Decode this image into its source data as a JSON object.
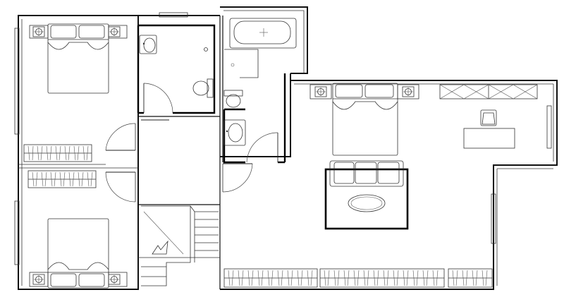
{
  "title": "",
  "colors": {
    "line": "#111111",
    "background": "#ffffff",
    "rug_border": "#000000"
  },
  "rooms": [
    {
      "id": "bedroom-1",
      "fixtures": [
        "double-bed",
        "nightstand-lamp-left",
        "nightstand-lamp-right",
        "wardrobe"
      ]
    },
    {
      "id": "bedroom-2",
      "fixtures": [
        "double-bed",
        "nightstand-lamp-left",
        "nightstand-lamp-right",
        "wardrobe"
      ]
    },
    {
      "id": "bathroom-1",
      "fixtures": [
        "washbasin",
        "toilet",
        "floor-drain"
      ]
    },
    {
      "id": "bathroom-2",
      "fixtures": [
        "bathtub",
        "washbasin",
        "toilet",
        "shower"
      ]
    },
    {
      "id": "master-bedroom",
      "fixtures": [
        "double-bed",
        "nightstand-lamp-left",
        "nightstand-lamp-right",
        "sofa",
        "coffee-table-oval",
        "rug",
        "desk",
        "chair",
        "tv-cabinet",
        "wardrobe"
      ]
    },
    {
      "id": "hall",
      "fixtures": [
        "staircase"
      ]
    }
  ],
  "icons": [
    "lamp-icon",
    "bed-icon",
    "wardrobe-icon",
    "door-icon",
    "stair-icon",
    "toilet-icon",
    "basin-icon",
    "bathtub-icon"
  ]
}
